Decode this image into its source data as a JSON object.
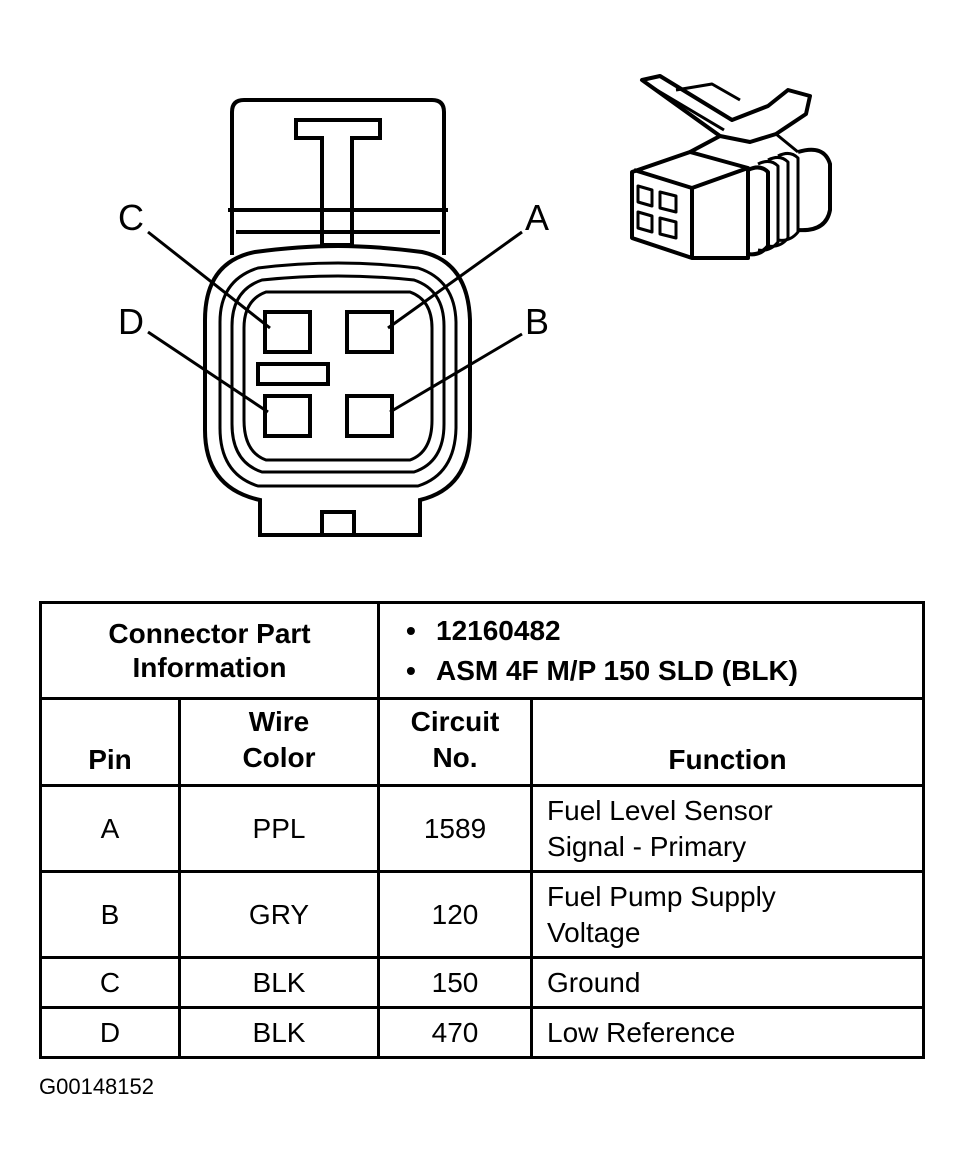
{
  "pins": {
    "a": "A",
    "b": "B",
    "c": "C",
    "d": "D"
  },
  "table": {
    "part_info_label": "Connector Part Information",
    "part_numbers": [
      "12160482",
      "ASM 4F M/P 150 SLD (BLK)"
    ],
    "headers": {
      "pin": "Pin",
      "wire_color": "Wire Color",
      "circuit": "Circuit No.",
      "function": "Function"
    },
    "rows": [
      {
        "pin": "A",
        "color": "PPL",
        "circuit": "1589",
        "function": "Fuel Level Sensor Signal - Primary"
      },
      {
        "pin": "B",
        "color": "GRY",
        "circuit": "120",
        "function": "Fuel Pump Supply Voltage"
      },
      {
        "pin": "C",
        "color": "BLK",
        "circuit": "150",
        "function": "Ground"
      },
      {
        "pin": "D",
        "color": "BLK",
        "circuit": "470",
        "function": "Low Reference"
      }
    ]
  },
  "figure_id": "G00148152"
}
